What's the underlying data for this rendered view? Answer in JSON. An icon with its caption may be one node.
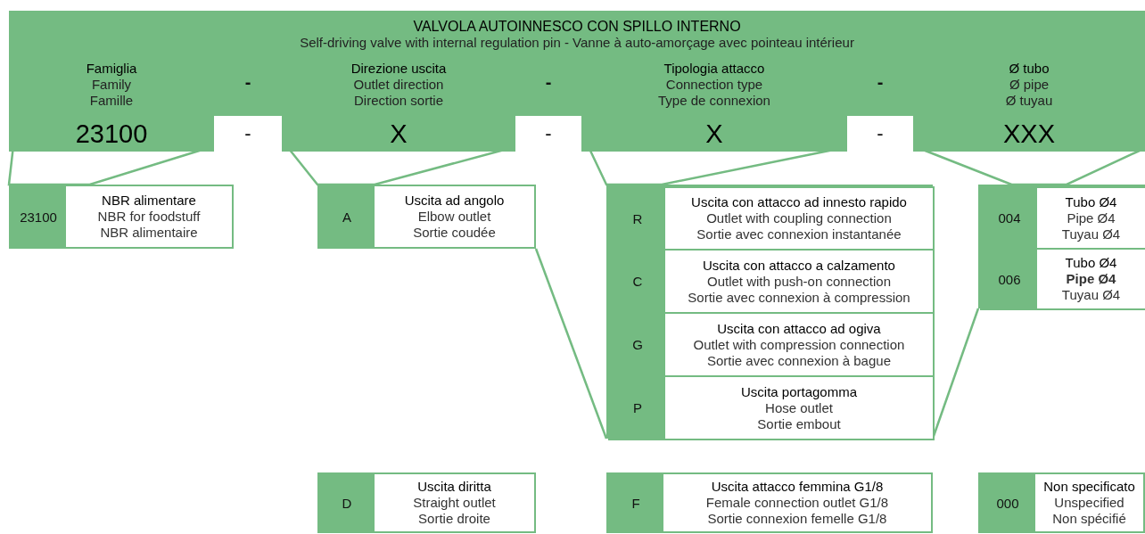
{
  "diagram": {
    "nodes": [
      {
        "text": [
          "VALVOLA AUTOINNESCO CON SPILLO INTERNO",
          "Self-driving valve with internal regulation pin -  Vanne à auto-amorçage avec pointeau intérieur"
        ]
      },
      {
        "text": [
          "Famiglia",
          "Family",
          "Famille",
          "23100"
        ],
        "in": 0
      },
      {
        "text": [
          "-"
        ],
        "in": 0
      },
      {
        "text": [
          "Direzione uscita",
          "Outlet direction",
          "Direction sortie",
          "X"
        ],
        "in": 0
      },
      {
        "text": [
          "-"
        ],
        "in": 0
      },
      {
        "text": [
          "Tipologia attacco",
          "Connection type",
          "Type de connexion",
          "X"
        ],
        "in": 0
      },
      {
        "text": [
          "-"
        ],
        "in": 0
      },
      {
        "text": [
          "Ø tubo",
          "Ø pipe",
          "Ø tuyau",
          "XXX"
        ],
        "in": 0
      },
      {
        "text": [
          "23100",
          "NBR alimentare",
          "NBR for foodstuff",
          "NBR alimentaire"
        ]
      },
      {
        "text": [
          "A",
          "Uscita ad angolo",
          "Elbow outlet",
          "Sortie coudée"
        ]
      },
      {
        "text": [],
        "shape": "box"
      },
      {
        "text": [
          "R",
          "Uscita con attacco ad innesto rapido",
          "Outlet with coupling connection",
          "Sortie avec connexion instantanée"
        ],
        "in": 10
      },
      {
        "text": [
          "C",
          "Uscita con attacco a calzamento",
          "Outlet with push-on connection",
          "Sortie avec connexion à compression"
        ],
        "in": 10
      },
      {
        "text": [
          "G",
          "Uscita con attacco ad ogiva",
          "Outlet with compression connection",
          "Sortie avec connexion à bague"
        ],
        "in": 10
      },
      {
        "text": [
          "P",
          "Uscita portagomma",
          "Hose outlet",
          "Sortie embout"
        ],
        "in": 10
      },
      {
        "text": [],
        "shape": "box"
      },
      {
        "text": [
          "004",
          "Tubo Ø4",
          "Pipe Ø4",
          "Tuyau Ø4"
        ],
        "in": 15
      },
      {
        "text": [
          "006",
          "Tubo Ø4",
          "**Pipe Ø4**",
          "Tuyau Ø4"
        ],
        "in": 15
      },
      {
        "text": [
          "D",
          "Uscita diritta",
          "Straight outlet",
          "Sortie droite"
        ]
      },
      {
        "text": [
          "F",
          "Uscita attacco femmina G1/8",
          "Female connection outlet G1/8",
          "Sortie connexion femelle G1/8"
        ]
      },
      {
        "text": [
          "000",
          "Non specificato",
          "Unspecified",
          "Non spécifié"
        ]
      }
    ],
    "edges": [
      {
        "from": 1,
        "to": 8,
        "arrow": "none"
      },
      {
        "from": 3,
        "to": 9,
        "arrow": "none"
      },
      {
        "from": 5,
        "to": 11,
        "arrow": "none"
      },
      {
        "from": 7,
        "to": 16,
        "arrow": "none"
      },
      {
        "from": 9,
        "to": 10,
        "arrow": "none"
      },
      {
        "from": 10,
        "to": 15,
        "arrow": "none"
      }
    ],
    "labels": [
      "-",
      "-",
      "-"
    ]
  }
}
